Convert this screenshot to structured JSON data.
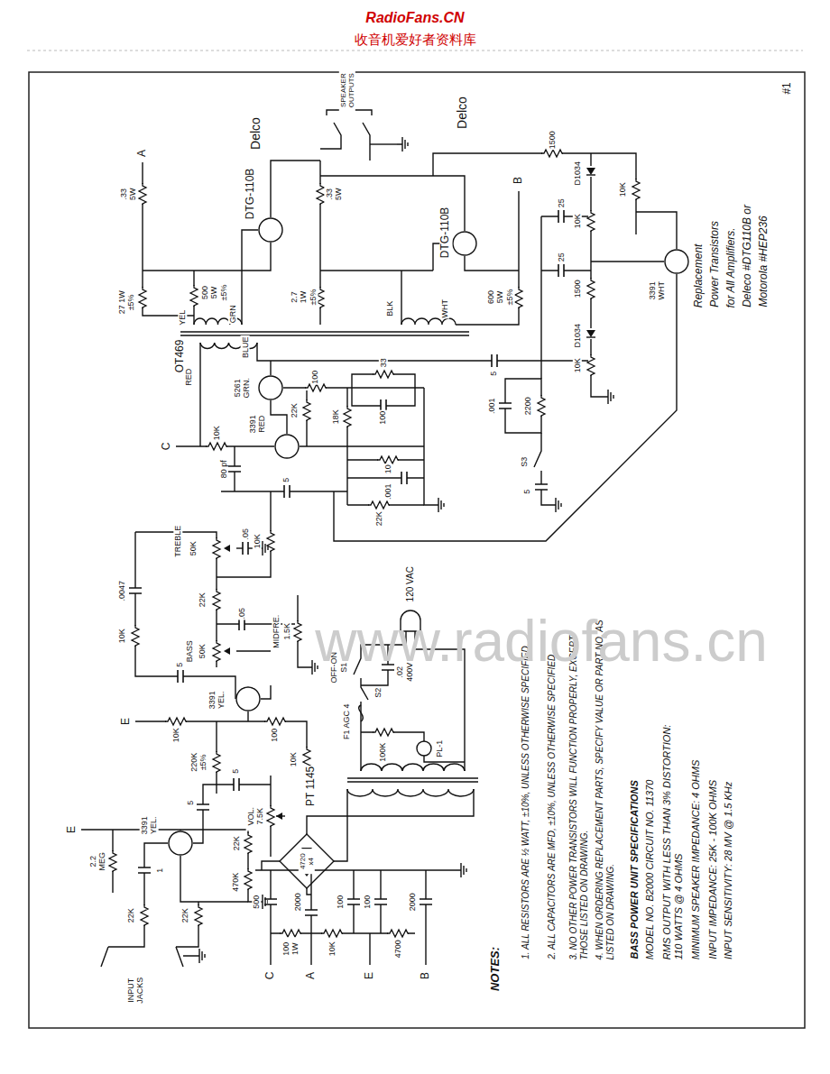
{
  "diagram": {
    "labels": [
      "RadioFans.CN",
      "收音机爱好者资料库",
      "Delco",
      "Delco",
      "SPEAKER OUTPUTS",
      "#1",
      "A",
      ".33 5W",
      "DTG-110B",
      ".33 5W",
      "DTG-110B",
      "B",
      "1500",
      "D1034",
      "10K",
      "25",
      "10K",
      "25",
      "1500",
      "3391 WHT",
      "Replacement",
      "Power Transistors",
      "for All Amplifiers.",
      "Deleco #DTG110B or",
      "Motorola #HEP236",
      "27 1W ±5%",
      "YEL",
      "500 5W ±5%",
      "GRN",
      "2.7 1W ±5%",
      "BLK",
      "WHT",
      "600 5W ±5%",
      "OT469",
      "RED",
      "BLUE",
      "5",
      "D1034",
      "10K",
      "5261 GRN.",
      "100",
      "33",
      "100",
      ".001",
      "2200",
      "10K",
      "3391 RED",
      "22K",
      "C",
      "80 pf",
      "18K",
      "10",
      ".001",
      "22K",
      "S3",
      "5",
      "5",
      "10K",
      "TREBLE",
      "50K",
      ".05",
      ".0047",
      "22K",
      ".05",
      "MIDFRE.",
      "1.5K",
      "BASS",
      "50K",
      "10K",
      "5",
      "3391 YEL.",
      "E",
      "10K",
      "100",
      "220K ±5%",
      "10K",
      "5",
      "VOL. 7.5K",
      "5",
      "3391 YEL.",
      "E",
      "22K",
      "2.2 MEG",
      "1",
      "470K",
      "22K",
      "22K",
      "INPUT JACKS",
      "120 VAC",
      "S1",
      "OFF-ON",
      ".02",
      "400V",
      "S2",
      "F1 AGC 4",
      "100K",
      "PL-1",
      "PT 1145",
      "4720 x4",
      "500",
      "100 1W",
      "C",
      "2000",
      "A",
      "10K",
      "100",
      "100",
      "4700",
      "E",
      "2000",
      "B",
      "NOTES:",
      "1. ALL RESISTORS ARE ½ WATT, ±10%, UNLESS OTHERWISE SPECIFIED.",
      "2. ALL CAPACITORS ARE MFD, ±10%, UNLESS OTHERWISE SPECIFIED.",
      "3. NO OTHER POWER TRANSISTORS WILL FUNCTION PROPERLY, EXCEPT THOSE LISTED ON DRAWING.",
      "4. WHEN ORDERING REPLACEMENT PARTS, SPECIFY VALUE OR PART NO. AS LISTED ON DRAWING.",
      "BASS POWER UNIT SPECIFICATIONS",
      "MODEL NO. B2000 CIRCUIT NO. 11370",
      "RMS OUTPUT WITH LESS THAN 3% DISTORTION: 110 WATTS @ 4 OHMS",
      "MINIMUM SPEAKER IMPEDANCE: 4 OHMS",
      "INPUT IMPEDANCE: 25K - 100K OHMS",
      "INPUT SENSITIVITY: 28 MV @ 1.5 KHz",
      "www.radiofans.cn"
    ]
  }
}
